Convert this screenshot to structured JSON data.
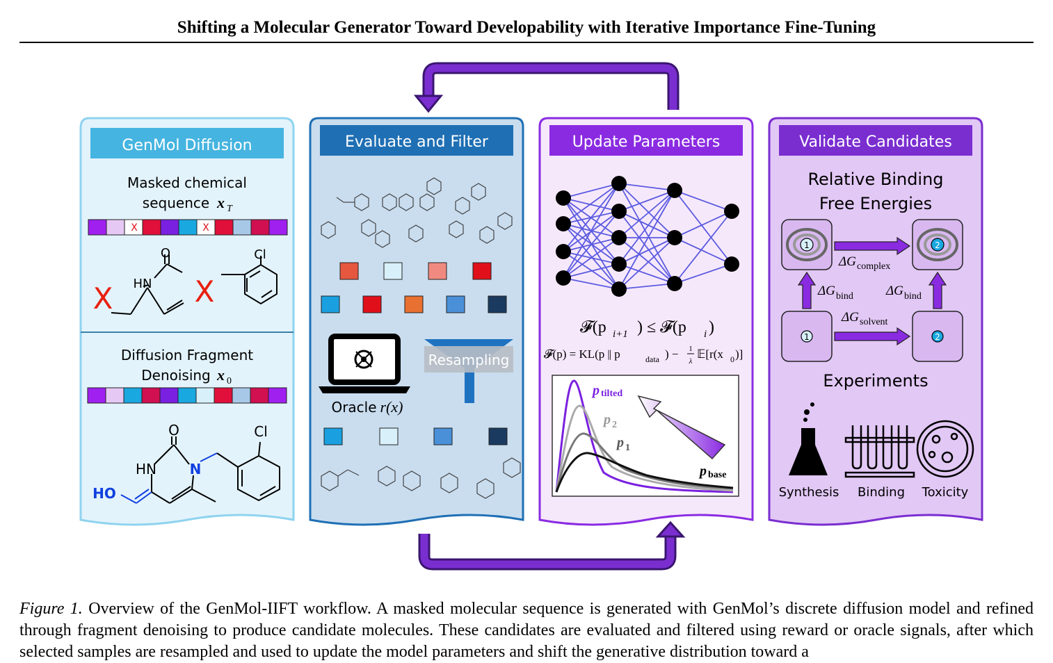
{
  "header": {
    "title": "Shifting a Molecular Generator Toward Developability with Iterative Importance Fine-Tuning"
  },
  "panels": {
    "genmol": {
      "title": "GenMol Diffusion",
      "masked_label_1": "Masked chemical",
      "masked_label_2": "sequence",
      "masked_var": "x",
      "masked_sub": "T",
      "mask_char": "X",
      "denoise_label_1": "Diffusion Fragment",
      "denoise_label_2": "Denoising",
      "denoise_var": "x",
      "denoise_sub": "0",
      "atom_O": "O",
      "atom_HN": "HN",
      "atom_Cl": "Cl",
      "atom_N": "N",
      "atom_HO": "HO",
      "masked_colors": [
        "#a020f0",
        "#e6c8f5",
        "#ffffff",
        "#e0103a",
        "#7a20e0",
        "#1aa8e0",
        "#ffffff",
        "#e0103a",
        "#a8c8e8",
        "#d01050",
        "#a020f0"
      ],
      "denoise_colors": [
        "#a020f0",
        "#e6c8f5",
        "#1aa8e0",
        "#d01050",
        "#7a20e0",
        "#1aa8e0",
        "#d8f0fa",
        "#e0103a",
        "#a8c8e8",
        "#d01050",
        "#a020f0"
      ]
    },
    "evaluate": {
      "title": "Evaluate and Filter",
      "oracle_label": "Oracle",
      "oracle_fn": "r(x)",
      "resampling_label": "Resampling",
      "row1_colors": [
        "#e5573f",
        "#d8f0fa",
        "#f08a80",
        "#e0101a"
      ],
      "row2_colors": [
        "#1aa0e0",
        "#e0101a",
        "#e87030",
        "#4a90d8",
        "#1a3a60"
      ],
      "row3_colors": [
        "#1aa0e0",
        "#d8f0fa",
        "#4a90d8",
        "#1a3a60"
      ]
    },
    "update": {
      "title": "Update Parameters",
      "ineq": "𝓕(p",
      "ineq_sub_left": "i+1",
      "ineq_mid": ") ≤ 𝓕(p",
      "ineq_sub_right": "i",
      "ineq_end": ")",
      "objective_left": "𝓕(p) = KL(p ∥ p",
      "objective_sub": "data",
      "objective_mid": ") −",
      "objective_frac_num": "1",
      "objective_frac_den": "λ",
      "objective_right": "𝔼[r(x",
      "objective_right_sub": "0",
      "objective_end": ")]",
      "curve_tilted": "p",
      "curve_tilted_sub": "tilted",
      "curve_p2": "p",
      "curve_p2_sub": "2",
      "curve_p1": "p",
      "curve_p1_sub": "1",
      "curve_base": "p",
      "curve_base_sub": "base"
    },
    "validate": {
      "title": "Validate Candidates",
      "heading_1": "Relative Binding",
      "heading_2": "Free Energies",
      "dg_complex": "ΔG",
      "dg_complex_sub": "complex",
      "dg_bind_left": "ΔG",
      "dg_bind_left_sub": "bind",
      "dg_bind_right": "ΔG",
      "dg_bind_right_sub": "bind",
      "dg_solvent": "ΔG",
      "dg_solvent_sub": "solvent",
      "ligand_1": "1",
      "ligand_2": "2",
      "experiments": "Experiments",
      "synthesis": "Synthesis",
      "binding": "Binding",
      "toxicity": "Toxicity"
    }
  },
  "colors": {
    "purple_arrow": "#5a1fa0",
    "genmol_header": "#45b4e0",
    "evaluate_header": "#1f6fb4",
    "update_header": "#8a2be2",
    "validate_header": "#7a2ed0"
  },
  "caption": {
    "label": "Figure 1.",
    "text": "Overview of the GenMol-IIFT workflow. A masked molecular sequence is generated with GenMol’s discrete diffusion model and refined through fragment denoising to produce candidate molecules. These candidates are evaluated and filtered using reward or oracle signals, after which selected samples are resampled and used to update the model parameters and shift the generative distribution toward a"
  }
}
